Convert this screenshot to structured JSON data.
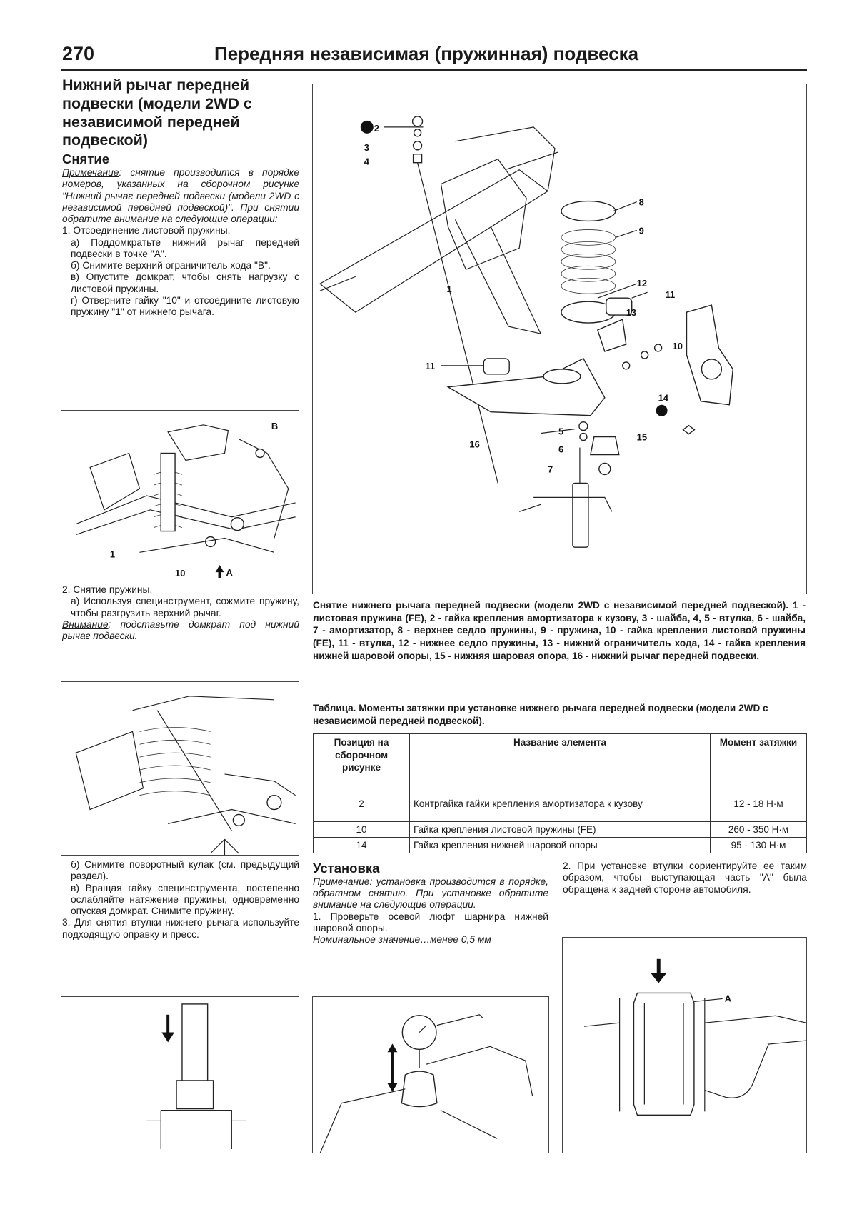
{
  "header": {
    "page_number": "270",
    "title": "Передняя независимая (пружинная) подвеска"
  },
  "section": {
    "title": "Нижний рычаг передней подвески (модели 2WD с независимой передней подвеской)",
    "removal": {
      "heading": "Снятие",
      "note_label": "Примечание",
      "note_text": ": снятие производится в порядке номеров, указанных на сборочном рисунке \"Нижний рычаг передней подвески (модели 2WD с независимой передней подвеской)\". При снятии обратите внимание на следующие операции:",
      "step1": "1. Отсоединение листовой пружины.",
      "step1a": "а) Поддомкратьте нижний рычаг передней подвески в точке \"А\".",
      "step1b": "б) Снимите верхний ограничитель хода \"B\".",
      "step1c": "в) Опустите домкрат, чтобы снять нагрузку с листовой пружины.",
      "step1d": "г) Отверните гайку \"10\" и отсоедините листовую пружину \"1\" от нижнего рычага.",
      "step2": "2. Снятие пружины.",
      "step2a": "а) Используя специнструмент, сожмите пружину, чтобы разгрузить верхний рычаг.",
      "warning_label": "Внимание",
      "warning_text": ": подставьте домкрат под нижний рычаг подвески.",
      "step2b": "б) Снимите поворотный кулак (см. предыдущий раздел).",
      "step2c": "в) Вращая гайку специнструмента, постепенно ослабляйте натяжение пружины, одновременно опуская домкрат. Снимите пружину.",
      "step3": "3. Для снятия втулки нижнего рычага используйте подходящую оправку и пресс."
    },
    "fig1_labels": {
      "b": "B",
      "one": "1",
      "ten": "10",
      "a": "A"
    },
    "main_figure_labels": [
      "2",
      "3",
      "4",
      "8",
      "9",
      "1",
      "12",
      "11",
      "13",
      "10",
      "11",
      "14",
      "16",
      "5",
      "6",
      "15",
      "7"
    ],
    "main_caption": "Снятие нижнего рычага передней подвески (модели 2WD с независимой передней подвеской). 1 - листовая пружина (FE), 2 - гайка крепления амортизатора к кузову, 3 - шайба, 4, 5 - втулка, 6 - шайба, 7 - амортизатор, 8 - верхнее седло пружины, 9 - пружина, 10 - гайка крепления листовой пружины (FE), 11 - втулка, 12 - нижнее седло пружины, 13 - нижний ограничитель хода, 14 - гайка крепления нижней шаровой опоры, 15 - нижняя шаровая опора, 16 - нижний рычаг передней подвески.",
    "table": {
      "caption": "Таблица. Моменты затяжки при установке нижнего рычага передней подвески (модели 2WD с независимой передней подвеской).",
      "headers": [
        "Позиция на сборочном рисунке",
        "Название элемента",
        "Момент затяжки"
      ],
      "rows": [
        [
          "2",
          "Контргайка гайки крепления амортизатора к кузову",
          "12 - 18 Н·м"
        ],
        [
          "10",
          "Гайка крепления листовой пружины (FE)",
          "260 - 350 Н·м"
        ],
        [
          "14",
          "Гайка крепления нижней шаровой опоры",
          "95 - 130 Н·м"
        ]
      ]
    },
    "install": {
      "heading": "Установка",
      "note_label": "Примечание",
      "note_text": ": установка производится в порядке, обратном снятию. При установке обратите внимание на следующие операции.",
      "step1": "1. Проверьте осевой люфт шарнира нижней шаровой опоры.",
      "nominal": "Номинальное значение…менее 0,5 мм",
      "step2": "2. При установке втулки сориентируйте ее таким образом, чтобы выступающая часть \"А\" была обращена к задней стороне автомобиля.",
      "fig_label_a": "A"
    }
  }
}
